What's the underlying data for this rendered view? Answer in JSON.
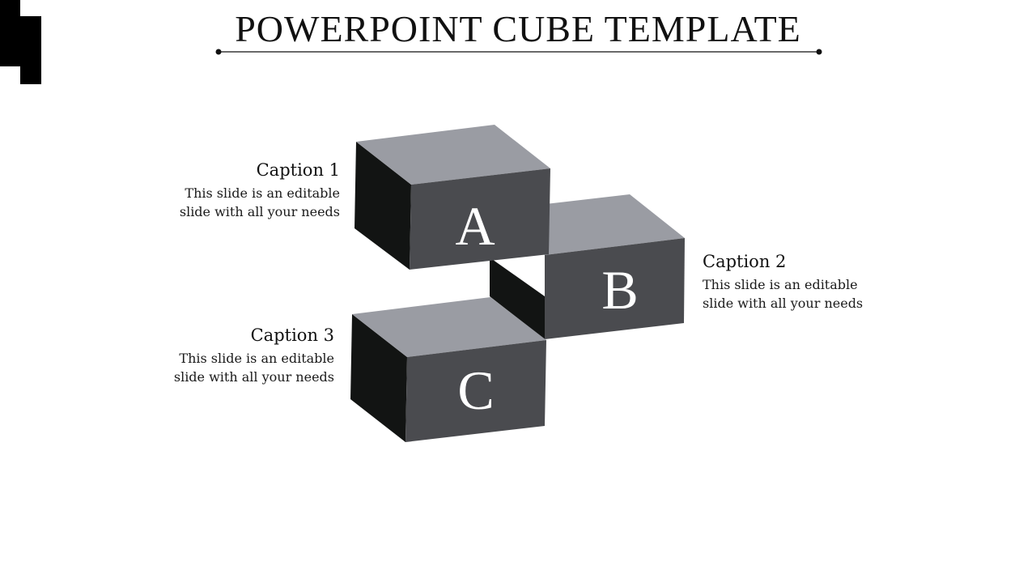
{
  "slide": {
    "title": "POWERPOINT CUBE TEMPLATE"
  },
  "cubes": [
    {
      "letter": "A"
    },
    {
      "letter": "B"
    },
    {
      "letter": "C"
    }
  ],
  "captions": [
    {
      "title": "Caption 1",
      "body_line1": "This slide is an editable",
      "body_line2": "slide with all your needs"
    },
    {
      "title": "Caption 2",
      "body_line1": "This slide is an editable",
      "body_line2": "slide with all your needs"
    },
    {
      "title": "Caption 3",
      "body_line1": "This slide is an editable",
      "body_line2": "slide with all your needs"
    }
  ],
  "colors": {
    "cube_top": "#9a9ca3",
    "cube_front": "#4a4b4f",
    "cube_side": "#121413",
    "text": "#111111",
    "background": "#ffffff"
  }
}
